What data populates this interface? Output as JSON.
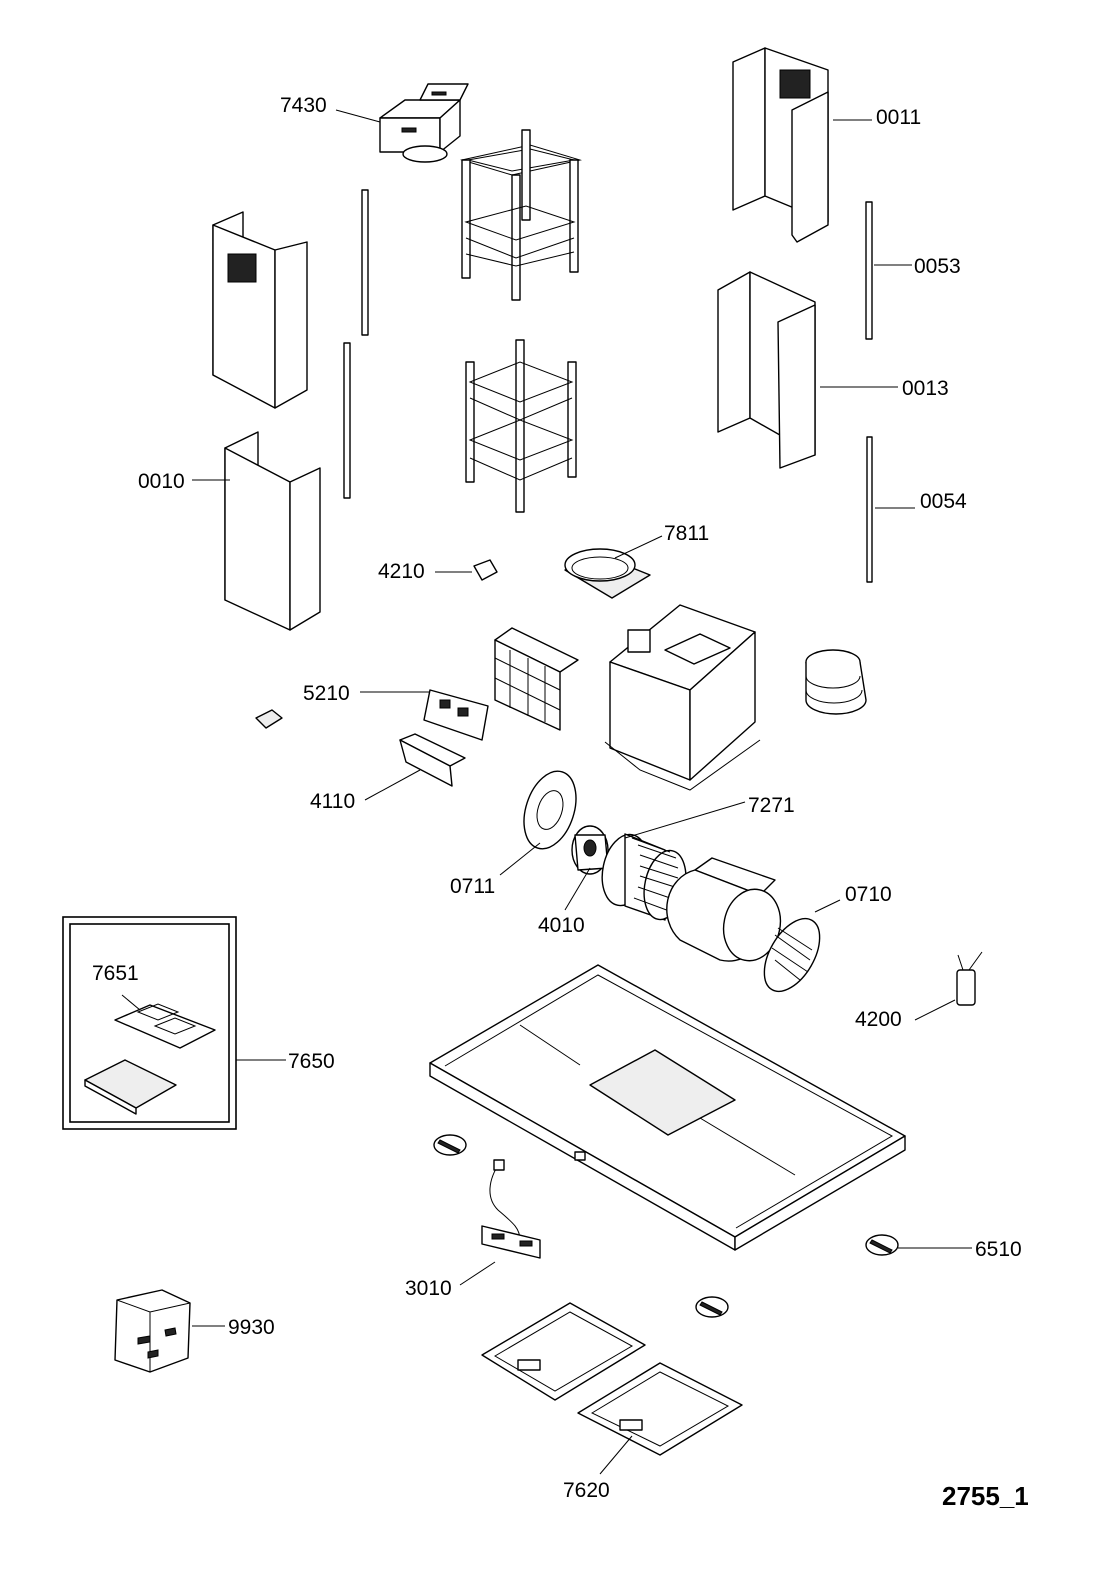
{
  "diagram": {
    "reference": "2755_1",
    "callouts": {
      "c7430": "7430",
      "c0011": "0011",
      "c0053": "0053",
      "c0013": "0013",
      "c0054": "0054",
      "c0010": "0010",
      "c4210": "4210",
      "c7811": "7811",
      "c5210": "5210",
      "c4110": "4110",
      "c7271": "7271",
      "c0711": "0711",
      "c4010": "4010",
      "c0710": "0710",
      "c7651": "7651",
      "c7650": "7650",
      "c4200": "4200",
      "c6510": "6510",
      "c3010": "3010",
      "c9930": "9930",
      "c7620": "7620"
    }
  }
}
